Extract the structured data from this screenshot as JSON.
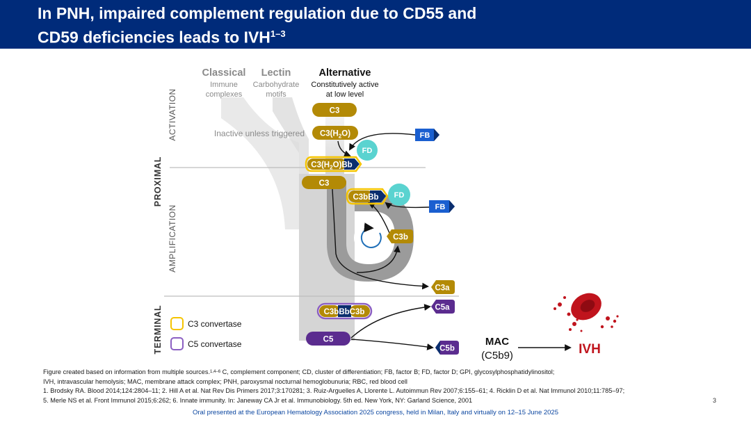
{
  "title": {
    "line1": "In PNH, impaired complement regulation due to CD55 and",
    "line2_text": "CD59 deficiencies leads to IVH",
    "line2_sup": "1–3"
  },
  "pathways": {
    "classical": {
      "name": "Classical",
      "desc_line1": "Immune",
      "desc_line2": "complexes"
    },
    "lectin": {
      "name": "Lectin",
      "desc_line1": "Carbohydrate",
      "desc_line2": "motifs"
    },
    "alternative": {
      "name": "Alternative",
      "desc_line1": "Constitutively active",
      "desc_line2": "at low level"
    }
  },
  "phases": {
    "activation": "ACTIVATION",
    "amplification": "AMPLIFICATION",
    "proximal": "PROXIMAL",
    "terminal": "TERMINAL"
  },
  "diagram": {
    "inactive_note": "Inactive unless triggered",
    "c3_top": "C3",
    "c3h2o_main": "C3(H",
    "c3h2o_sub": "2",
    "c3h2o_end": "O)",
    "fd": "FD",
    "fb": "FB",
    "c3h2obb_main": "C3(H",
    "c3h2obb_sub": "2",
    "c3h2obb_mid": "O)",
    "c3h2obb_bb": "Bb",
    "c3_second": "C3",
    "c3bbb_c3b": "C3b",
    "c3bbb_bb": "Bb",
    "c3b": "C3b",
    "c3a": "C3a",
    "c3bbbc3b_a": "C3b",
    "c3bbbc3b_b": "Bb",
    "c3bbbc3b_c": "C3b",
    "c5": "C5",
    "c5a": "C5a",
    "c5b": "C5b",
    "mac": "MAC",
    "mac_sub": "(C5b9)",
    "ivh": "IVH"
  },
  "legend": {
    "c3_convertase": "C3 convertase",
    "c5_convertase": "C5 convertase"
  },
  "footnotes": {
    "line1_pre": "Figure created based on information from multiple sources.",
    "line1_sup": "1,4–6",
    "line1_post": " C, complement component; CD, cluster of differentiation; FB, factor B; FD, factor D; GPI, glycosylphosphatidylinositol;",
    "line2": "IVH, intravascular hemolysis; MAC, membrane attack complex; PNH, paroxysmal nocturnal hemoglobunuria; RBC, red blood cell",
    "line3": "1. Brodsky RA. Blood 2014;124:2804–11; 2. Hill A et al. Nat Rev Dis Primers 2017;3:170281; 3. Ruiz-Arguelles A, Llorente L. Autoimmun Rev 2007;6:155–61; 4. Ricklin D et al. Nat Immunol 2010;11:785–97;",
    "line4": "5. Merle NS et al. Front Immunol 2015;6:262; 6. Innate immunity. In: Janeway CA Jr et al. Immunobiology. 5th ed. New York, NY: Garland Science, 2001"
  },
  "page_number": "3",
  "congress_note": "Oral presented at the European Hematology Association 2025 congress, held in Milan, Italy and virtually on 12–15 June 2025",
  "colors": {
    "header": "#002b7a",
    "gold": "#b38a06",
    "navy": "#0b2e6e",
    "purple": "#5b2c8f",
    "teal": "#5ad3d0",
    "blue_fb": "#1a5fd0",
    "red": "#c0141d"
  }
}
